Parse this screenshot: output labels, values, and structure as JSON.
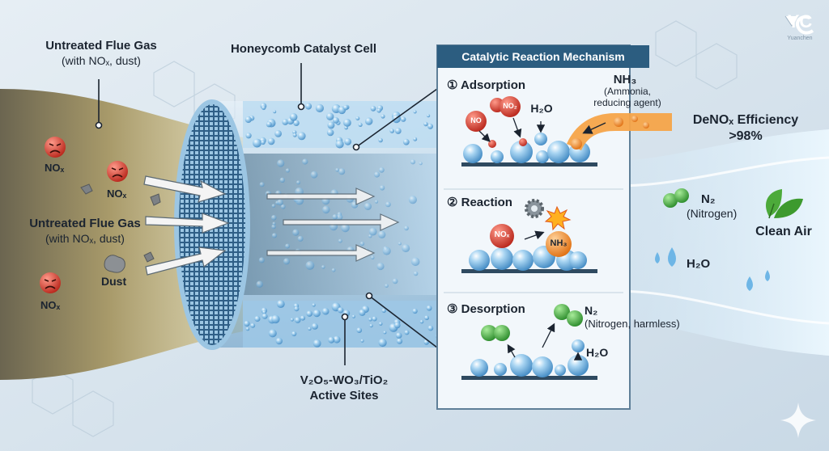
{
  "labels": {
    "untreated_top_title": "Untreated Flue Gas",
    "untreated_top_sub": "(with NOₓ, dust)",
    "untreated_mid_title": "Untreated Flue Gas",
    "untreated_mid_sub": "(with NOₓ, dust)",
    "honeycomb": "Honeycomb Catalyst Cell",
    "active_sites_line1": "V₂O₅-WO₃/TiO₂",
    "active_sites_line2": "Active Sites",
    "nox": "NOₓ",
    "dust": "Dust"
  },
  "mechanism": {
    "title": "Catalytic Reaction Mechanism",
    "step1": "① Adsorption",
    "step2": "② Reaction",
    "step3": "③ Desorption",
    "nh3": "NH₃",
    "nh3_note_1": "(Ammonia,",
    "nh3_note_2": "reducing agent)",
    "no": "NO",
    "no2": "NO₂",
    "h2o": "H₂O",
    "nox_mol": "NOₓ",
    "nh3_mol": "NH₃",
    "n2": "N₂",
    "n2_note": "(Nitrogen, harmless)"
  },
  "output": {
    "efficiency_1": "DeNOₓ Efficiency",
    "efficiency_2": ">98%",
    "n2": "N₂",
    "n2_note": "(Nitrogen)",
    "clean_air": "Clean Air",
    "h2o": "H₂O"
  },
  "brand": {
    "logo_letters": "YC",
    "name": "Yuanchen"
  },
  "colors": {
    "flue_gas": "#7d7356",
    "panel_title_bg": "#2c5d80",
    "nox_red": "#d43a2a",
    "nh3_orange": "#f0902a",
    "n2_green": "#3aa03a",
    "catalyst_blue": "#5aa6d8"
  }
}
